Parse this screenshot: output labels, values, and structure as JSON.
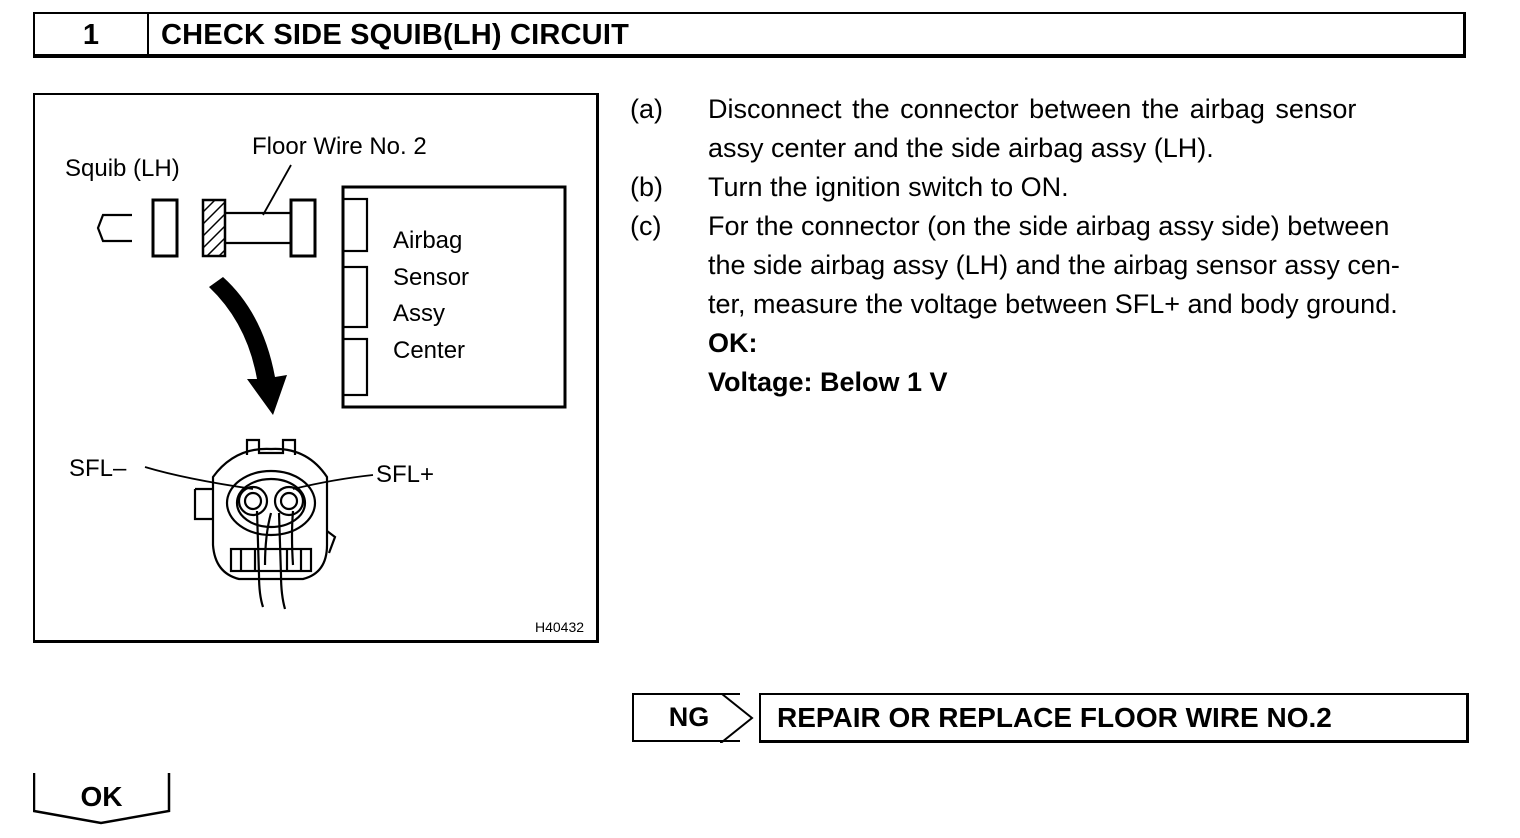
{
  "step": {
    "number": "1",
    "title": "CHECK SIDE SQUIB(LH) CIRCUIT"
  },
  "figure": {
    "labels": {
      "squib": "Squib (LH)",
      "floor_wire": "Floor Wire No. 2",
      "ecu_line1": "Airbag",
      "ecu_line2": "Sensor",
      "ecu_line3": "Assy",
      "ecu_line4": "Center",
      "sfl_minus": "SFL–",
      "sfl_plus": "SFL+"
    },
    "code": "H40432"
  },
  "instructions": [
    {
      "letter": "(a)",
      "lines": [
        "Disconnect the connector between the airbag sensor",
        "assy center and the side airbag assy (LH)."
      ]
    },
    {
      "letter": "(b)",
      "lines": [
        "Turn the ignition switch to ON."
      ]
    },
    {
      "letter": "(c)",
      "lines": [
        "For the connector (on the side airbag assy side) between",
        "the side airbag assy (LH) and the airbag sensor assy cen-",
        "ter, measure the voltage between SFL+ and body ground."
      ]
    }
  ],
  "spec": {
    "ok_label": "OK:",
    "voltage": "Voltage: Below 1 V"
  },
  "result_ng": {
    "label": "NG",
    "action": "REPAIR OR REPLACE FLOOR WIRE NO.2"
  },
  "result_ok": {
    "label": "OK"
  }
}
